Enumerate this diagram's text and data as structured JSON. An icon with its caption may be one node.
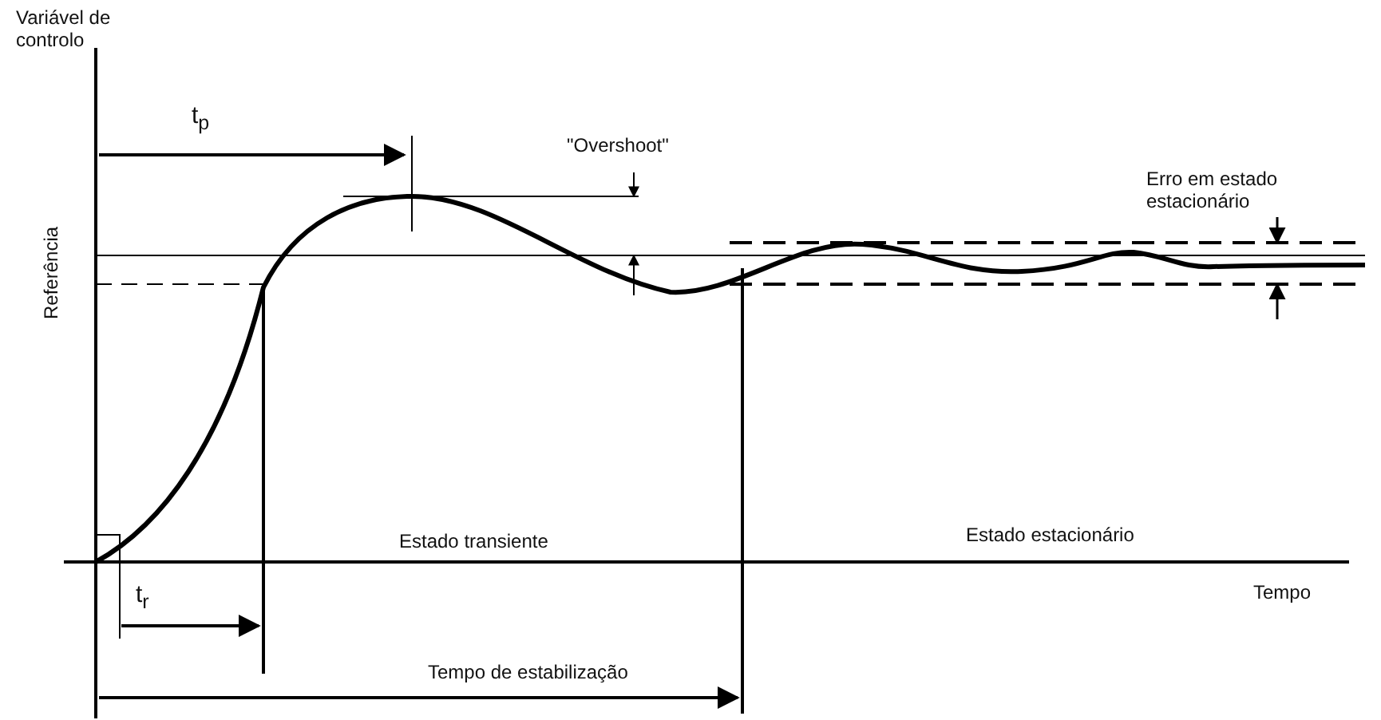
{
  "diagram": {
    "labels": [
      "Variável de controlo",
      "t$_{p}$",
      "\"Overshoot\"",
      "Erro em estado estacionário",
      "Referência",
      "Estado transiente",
      "Estado estacionário",
      "t$_{r}$",
      "Tempo",
      "Tempo de estabilização"
    ]
  }
}
